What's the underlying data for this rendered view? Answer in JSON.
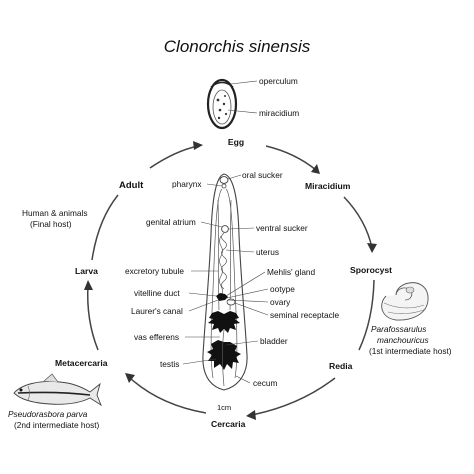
{
  "title": "Clonorchis sinensis",
  "stages": {
    "egg": "Egg",
    "miracidium": "Miracidium",
    "sporocyst": "Sporocyst",
    "redia": "Redia",
    "cercaria": "Cercaria",
    "metacercaria": "Metacercaria",
    "larva": "Larva",
    "adult": "Adult"
  },
  "hosts": {
    "final_line1": "Human & animals",
    "final_line2": "(Final host)",
    "snail_genus": "Parafossarulus",
    "snail_species": "manchouricus",
    "snail_host": "(1st intermediate host)",
    "fish_species": "Pseudorasbora parva",
    "fish_host": "(2nd intermediate host)"
  },
  "egg_labels": {
    "operculum": "operculum",
    "miracidium": "miracidium"
  },
  "anatomy_labels": {
    "oral_sucker": "oral sucker",
    "pharynx": "pharynx",
    "genital_atrium": "genital atrium",
    "ventral_sucker": "ventral sucker",
    "uterus": "uterus",
    "excretory_tubule": "excretory tubule",
    "mehlis_gland": "Mehlis' gland",
    "ootype": "ootype",
    "vitelline_duct": "vitelline duct",
    "ovary": "ovary",
    "laurers_canal": "Laurer's canal",
    "seminal_receptacle": "seminal receptacle",
    "vas_efferens": "vas efferens",
    "bladder": "bladder",
    "testis": "testis",
    "cecum": "cecum"
  },
  "scale_label": "1cm",
  "colors": {
    "ink": "#111111",
    "lines": "#444444",
    "organ_dark": "#111111",
    "egg_shell": "#222222"
  }
}
